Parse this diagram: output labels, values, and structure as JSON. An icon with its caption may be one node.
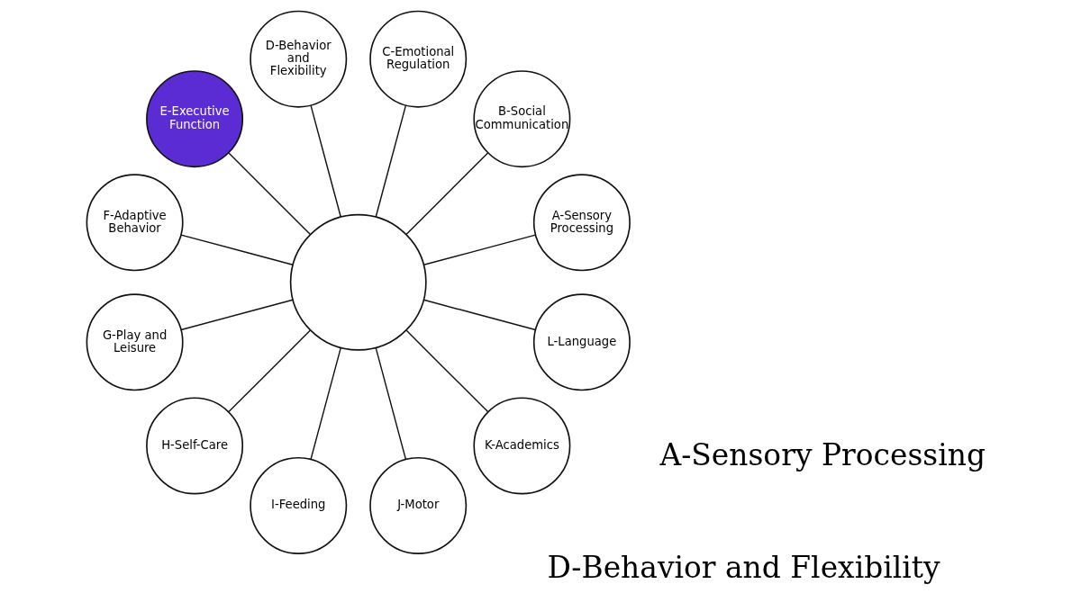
{
  "diagram": {
    "nodes": [
      {
        "text": [],
        "shape": "circle"
      },
      {
        "text": [
          "A-Sensory Processing"
        ]
      },
      {
        "text": [
          "B-Social Communication"
        ]
      },
      {
        "text": [
          "C-Emotional Regulation"
        ]
      },
      {
        "text": [
          "D-Behavior and Flexibility"
        ]
      },
      {
        "text": [
          "E-Executive Function"
        ]
      },
      {
        "text": [
          "F-Adaptive Behavior"
        ]
      },
      {
        "text": [
          "G-Play and Leisure"
        ]
      },
      {
        "text": [
          "H-Self-Care"
        ]
      },
      {
        "text": [
          "I-Feeding"
        ]
      },
      {
        "text": [
          "J-Motor"
        ]
      },
      {
        "text": [
          "K-Academics"
        ]
      },
      {
        "text": [
          "L-Language"
        ]
      }
    ],
    "edges": [
      {
        "from": 0,
        "to": 1,
        "arrow": "none"
      },
      {
        "from": 0,
        "to": 2,
        "arrow": "none"
      },
      {
        "from": 0,
        "to": 3,
        "arrow": "none"
      },
      {
        "from": 0,
        "to": 4,
        "arrow": "none"
      },
      {
        "from": 0,
        "to": 5,
        "arrow": "none"
      },
      {
        "from": 0,
        "to": 6,
        "arrow": "none"
      },
      {
        "from": 0,
        "to": 7,
        "arrow": "none"
      },
      {
        "from": 0,
        "to": 8,
        "arrow": "none"
      },
      {
        "from": 0,
        "to": 9,
        "arrow": "none"
      },
      {
        "from": 0,
        "to": 10,
        "arrow": "none"
      },
      {
        "from": 0,
        "to": 11,
        "arrow": "none"
      },
      {
        "from": 0,
        "to": 12,
        "arrow": "none"
      }
    ],
    "labels": [
      "A-Sensory Processing",
      "D-Behavior and Flexibility"
    ]
  }
}
